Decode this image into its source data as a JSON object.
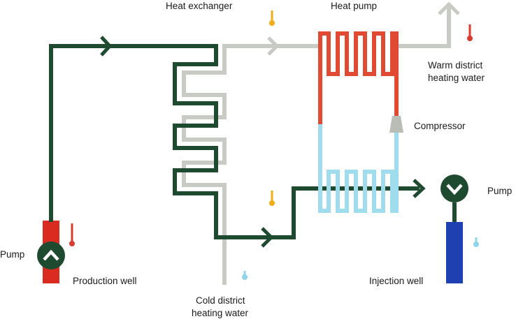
{
  "labels": {
    "heat_exchanger": "Heat exchanger",
    "heat_pump": "Heat pump",
    "warm_district_line1": "Warm district",
    "warm_district_line2": "heating water",
    "compressor": "Compressor",
    "pump_right": "Pump",
    "pump_left": "Pump",
    "production_well": "Production well",
    "injection_well": "Injection well",
    "cold_district_line1": "Cold district",
    "cold_district_line2": "heating water"
  },
  "colors": {
    "geothermal_loop": "#1e4a30",
    "district_water": "#c7cbc4",
    "hot_refrigerant": "#e04a33",
    "cold_refrigerant": "#9fdcee",
    "production_well": "#d92b1f",
    "injection_well": "#1f40b0",
    "warm_thermometer": "#d93b2e",
    "medium_thermometer": "#f2ac14",
    "cold_thermometer": "#8fd3ec",
    "compressor": "#b8bdb5",
    "pump_circle": "#1e4a30"
  },
  "icons": [
    "thermometer-icon",
    "pump-icon",
    "flow-arrow-icon",
    "compressor-icon"
  ]
}
